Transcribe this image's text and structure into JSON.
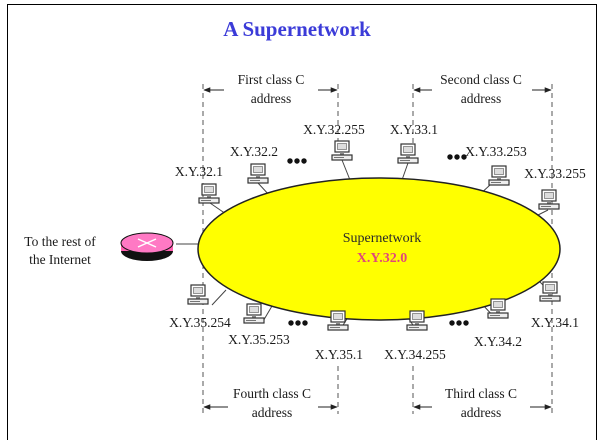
{
  "title": "A Supernetwork",
  "center": {
    "name": "Supernetwork",
    "address": "X.Y.32.0"
  },
  "router_label": [
    "To the rest of",
    "the Internet"
  ],
  "blocks": {
    "first": [
      "First class C",
      "address"
    ],
    "second": [
      "Second class C",
      "address"
    ],
    "third": [
      "Third class C",
      "address"
    ],
    "fourth": [
      "Fourth class C",
      "address"
    ]
  },
  "hosts": {
    "h32_1": "X.Y.32.1",
    "h32_2": "X.Y.32.2",
    "h32_255": "X.Y.32.255",
    "h33_1": "X.Y.33.1",
    "h33_253": "X.Y.33.253",
    "h33_255": "X.Y.33.255",
    "h35_254": "X.Y.35.254",
    "h35_253": "X.Y.35.253",
    "h35_1": "X.Y.35.1",
    "h34_255": "X.Y.34.255",
    "h34_2": "X.Y.34.2",
    "h34_1": "X.Y.34.1"
  },
  "ellipsis": "•••",
  "colors": {
    "ellipse_fill": "#ffff00",
    "title": "#3b3bd8",
    "address": "#e0487a",
    "router": "#ff5fb0"
  }
}
